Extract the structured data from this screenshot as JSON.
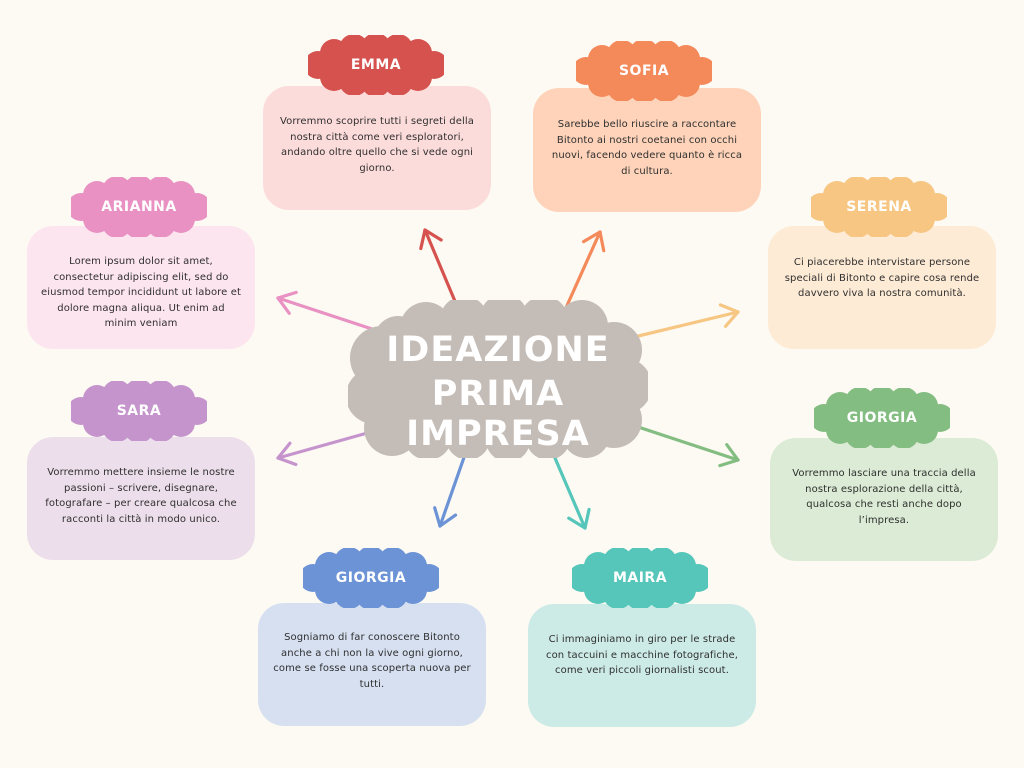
{
  "center": {
    "line1": "IDEAZIONE",
    "line2": "PRIMA IMPRESA",
    "color": "#c4bcb6"
  },
  "cards": [
    {
      "name": "EMMA",
      "text": "Vorremmo scoprire tutti i segreti della nostra città come veri esploratori, andando oltre quello che si vede ogni giorno.",
      "cloud_color": "#d6524f",
      "box_color": "#fcdcdb",
      "arrow_color": "#d6524f"
    },
    {
      "name": "SOFIA",
      "text": "Sarebbe bello riuscire a raccontare Bitonto ai nostri coetanei con occhi nuovi, facendo vedere quanto è ricca di cultura.",
      "cloud_color": "#f4895a",
      "box_color": "#fed3b9",
      "arrow_color": "#f4895a"
    },
    {
      "name": "ARIANNA",
      "text": "Lorem ipsum dolor sit amet, consectetur adipiscing elit, sed do eiusmod tempor incididunt ut labore et dolore magna aliqua. Ut enim ad minim veniam",
      "cloud_color": "#e891c2",
      "box_color": "#fde5ef",
      "arrow_color": "#e891c2"
    },
    {
      "name": "SERENA",
      "text": "Ci piacerebbe intervistare persone speciali di Bitonto e capire cosa rende davvero viva la nostra comunità.",
      "cloud_color": "#f7c683",
      "box_color": "#feebd5",
      "arrow_color": "#f7c683"
    },
    {
      "name": "SARA",
      "text": "Vorremmo mettere insieme le nostre passioni – scrivere, disegnare, fotografare – per creare qualcosa che racconti la città in modo unico.",
      "cloud_color": "#c594cd",
      "box_color": "#ecdfeb",
      "arrow_color": "#c594cd"
    },
    {
      "name": "GIORGIA",
      "text": "Vorremmo lasciare una traccia della nostra esplorazione della città, qualcosa che resti anche dopo l’impresa.",
      "cloud_color": "#84bd81",
      "box_color": "#dbebd5",
      "arrow_color": "#84bd81"
    },
    {
      "name": "GIORGIA",
      "text": "Sogniamo di far conoscere Bitonto anche a chi non la vive ogni giorno, come se fosse una scoperta nuova per tutti.",
      "cloud_color": "#6b93d6",
      "box_color": "#d6e0f1",
      "arrow_color": "#6b93d6"
    },
    {
      "name": "MAIRA",
      "text": "Ci immaginiamo in giro per le strade con taccuini e macchine fotografiche, come veri piccoli giornalisti scout.",
      "cloud_color": "#55c6b9",
      "box_color": "#cdebe6",
      "arrow_color": "#55c6b9"
    }
  ]
}
